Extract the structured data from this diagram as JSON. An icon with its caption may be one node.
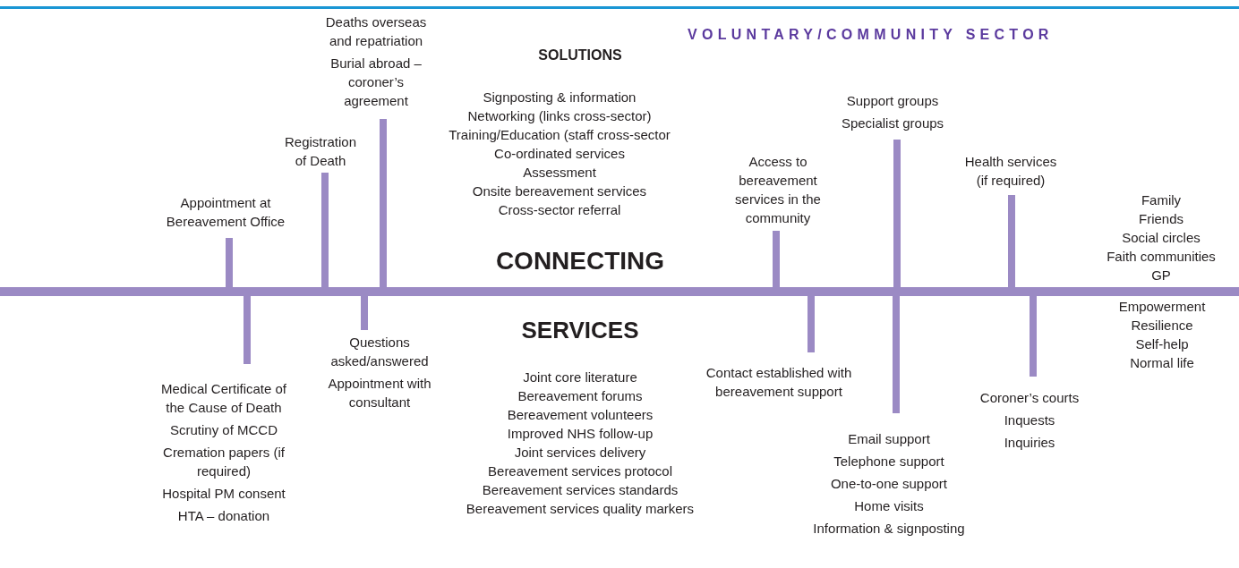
{
  "diagram": {
    "nodes": [
      {
        "text": [],
        "shape": "bar"
      },
      {
        "text": [
          "Appointment at Bereavement Office"
        ]
      },
      {
        "text": [
          "Registration of Death"
        ]
      },
      {
        "text": [
          "Deaths overseas and repatriation",
          "Burial abroad – coroner’s agreement"
        ]
      },
      {
        "text": [
          "Access to bereavement services in the community"
        ]
      },
      {
        "text": [
          "Support groups",
          "Specialist groups"
        ]
      },
      {
        "text": [
          "Health services (if required)"
        ]
      },
      {
        "text": [
          "Medical Certificate of the Cause of Death",
          "Scrutiny of MCCD",
          "Cremation papers (if required)",
          "Hospital PM consent",
          "HTA – donation"
        ]
      },
      {
        "text": [
          "Questions asked/answered",
          "Appointment with consultant"
        ]
      },
      {
        "text": [
          "Contact established with bereavement support"
        ]
      },
      {
        "text": [
          "Email support",
          "Telephone support",
          "One-to-one support",
          "Home visits",
          "Information & signposting"
        ]
      },
      {
        "text": [
          "Coroner’s courts",
          "Inquests",
          "Inquiries"
        ]
      }
    ],
    "edges": [
      {
        "from": 1,
        "to": 0,
        "arrow": "none"
      },
      {
        "from": 2,
        "to": 0,
        "arrow": "none"
      },
      {
        "from": 3,
        "to": 0,
        "arrow": "none"
      },
      {
        "from": 4,
        "to": 0,
        "arrow": "none"
      },
      {
        "from": 5,
        "to": 0,
        "arrow": "none"
      },
      {
        "from": 6,
        "to": 0,
        "arrow": "none"
      },
      {
        "from": 7,
        "to": 0,
        "arrow": "none"
      },
      {
        "from": 8,
        "to": 0,
        "arrow": "none"
      },
      {
        "from": 9,
        "to": 0,
        "arrow": "none"
      },
      {
        "from": 10,
        "to": 0,
        "arrow": "none"
      },
      {
        "from": 11,
        "to": 0,
        "arrow": "none"
      }
    ],
    "labels": [
      "VOLUNTARY/COMMUNITY SECTOR",
      "SOLUTIONS",
      "Signposting & information",
      "Networking (links cross-sector)",
      "Training/Education (staff cross-sector",
      "Co-ordinated services",
      "Assessment",
      "Onsite bereavement services",
      "Cross-sector referral",
      "CONNECTING",
      "SERVICES",
      "Joint core literature",
      "Bereavement forums",
      "Bereavement volunteers",
      "Improved NHS follow-up",
      "Joint services delivery",
      "Bereavement services protocol",
      "Bereavement services standards",
      "Bereavement services quality markers",
      "Family",
      "Friends",
      "Social circles",
      "Faith communities",
      "GP",
      "Empowerment",
      "Resilience",
      "Self-help",
      "Normal life"
    ]
  }
}
